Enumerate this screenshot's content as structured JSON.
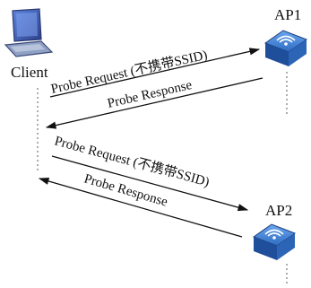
{
  "nodes": {
    "client": {
      "label": "Client",
      "icon": "laptop-icon"
    },
    "ap1": {
      "label": "AP1",
      "icon": "access-point-icon"
    },
    "ap2": {
      "label": "AP2",
      "icon": "access-point-icon"
    }
  },
  "messages": [
    {
      "label": "Probe Request (不携带SSID)",
      "from": "client",
      "to": "ap1"
    },
    {
      "label": "Probe Response",
      "from": "ap1",
      "to": "client"
    },
    {
      "label": "Probe Request (不携带SSID)",
      "from": "client",
      "to": "ap2"
    },
    {
      "label": "Probe Response",
      "from": "ap2",
      "to": "client"
    }
  ],
  "colors": {
    "arrow": "#111111",
    "lifeline": "#777777",
    "ap_top": "#3f7fd0",
    "ap_side": "#1f4f9a",
    "laptop_screen": "#3b5cb8",
    "laptop_body": "#6b7fa8"
  }
}
